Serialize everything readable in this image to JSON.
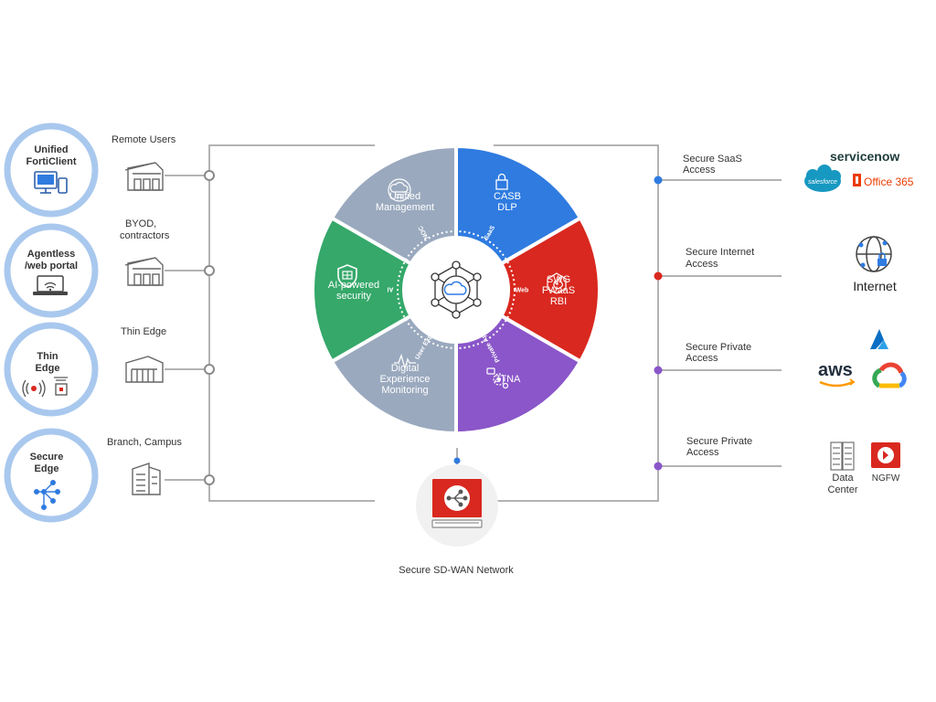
{
  "left_nodes": [
    {
      "name": "Unified FortiClient",
      "line1": "Unified",
      "line2": "FortiClient",
      "caption1": "Remote Users",
      "caption2": ""
    },
    {
      "name": "Agentless /web portal",
      "line1": "Agentless",
      "line2": "/web portal",
      "caption1": "BYOD,",
      "caption2": "contractors"
    },
    {
      "name": "Thin Edge",
      "line1": "Thin",
      "line2": "Edge",
      "caption1": "Thin Edge",
      "caption2": ""
    },
    {
      "name": "Secure Edge",
      "line1": "Secure",
      "line2": "Edge",
      "caption1": "Branch, Campus",
      "caption2": ""
    }
  ],
  "wheel": {
    "segments": [
      {
        "id": "casb",
        "lines": [
          "CASB",
          "DLP"
        ],
        "color": "#2f7be0",
        "ring": "SaaS"
      },
      {
        "id": "swg",
        "lines": [
          "SWG",
          "FWaaS",
          "RBI"
        ],
        "color": "#d9281f",
        "ring": "Web"
      },
      {
        "id": "ztna",
        "lines": [
          "ZTNA"
        ],
        "color": "#8a56c9",
        "ring": "Private App"
      },
      {
        "id": "dem",
        "lines": [
          "Digital",
          "Experience",
          "Monitoring"
        ],
        "color": "#9aa9be",
        "ring": "User Exp"
      },
      {
        "id": "ai",
        "lines": [
          "AI-powered",
          "security"
        ],
        "color": "#35a86a",
        "ring": "AI"
      },
      {
        "id": "mgmt",
        "lines": [
          "Unified",
          "Management"
        ],
        "color": "#9aa9be",
        "ring": "NOC"
      }
    ]
  },
  "right_items": [
    {
      "line1": "Secure SaaS",
      "line2": "Access",
      "dot_color": "#2f7be0"
    },
    {
      "line1": "Secure Internet",
      "line2": "Access",
      "dot_color": "#d9281f"
    },
    {
      "line1": "Secure Private",
      "line2": "Access",
      "dot_color": "#8a56c9"
    },
    {
      "line1": "Secure Private",
      "line2": "Access",
      "dot_color": "#8a56c9"
    }
  ],
  "logos": {
    "servicenow": "servicenow",
    "salesforce": "salesforce",
    "office365": "Office 365",
    "internet": "Internet",
    "aws": "aws",
    "data_center_1": "Data",
    "data_center_2": "Center",
    "ngfw": "NGFW"
  },
  "bottom": {
    "label": "Secure SD-WAN Network"
  },
  "colors": {
    "ring_blue": "#6fa3e0",
    "connector": "#9a9a9a",
    "wheel_gray": "#9aa9be"
  }
}
